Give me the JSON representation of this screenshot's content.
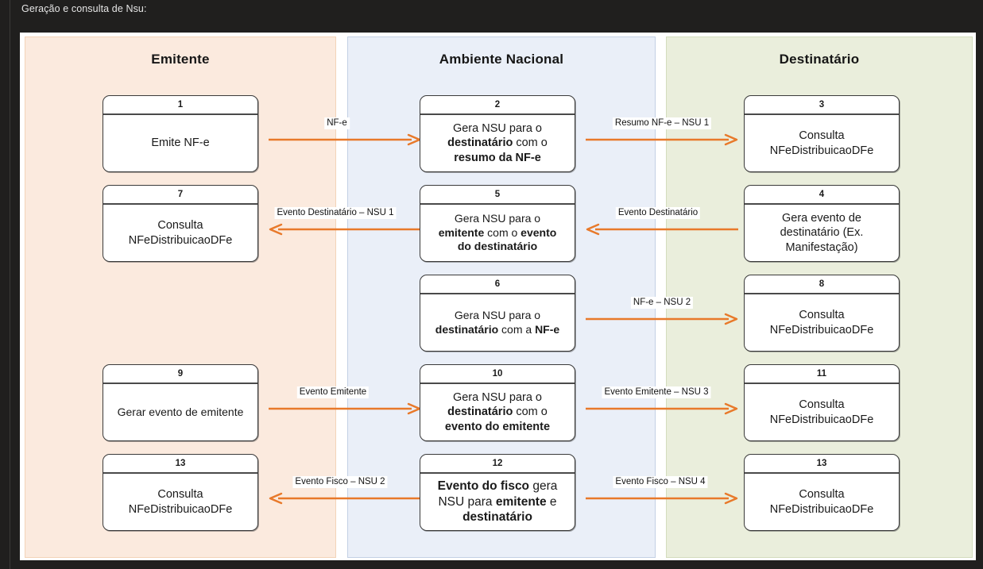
{
  "page": {
    "caption": "Geração e consulta de Nsu:",
    "background_color": "#201f1e"
  },
  "diagram": {
    "title": "Geração e consulta de Nsu",
    "lanes": [
      {
        "id": "emitente",
        "title": "Emitente",
        "background_color": "#fbeade",
        "border_color": "#f3d3b8"
      },
      {
        "id": "nacional",
        "title": "Ambiente Nacional",
        "background_color": "#eaeff8",
        "border_color": "#c3d0e4"
      },
      {
        "id": "destinatario",
        "title": "Destinatário",
        "background_color": "#eaeedc",
        "border_color": "#d3dcbd"
      }
    ],
    "accent_color": "#e8792a",
    "nodes": [
      {
        "key": "n1",
        "number": "1",
        "lane": "emitente",
        "text": "Emite NF-e"
      },
      {
        "key": "n2",
        "number": "2",
        "lane": "nacional",
        "text": "Gera NSU para o destinatário com o resumo da NF-e"
      },
      {
        "key": "n3",
        "number": "3",
        "lane": "destinatario",
        "text": "Consulta NFeDistribuicaoDFe"
      },
      {
        "key": "n7",
        "number": "7",
        "lane": "emitente",
        "text": "Consulta NFeDistribuicaoDFe"
      },
      {
        "key": "n5",
        "number": "5",
        "lane": "nacional",
        "text": "Gera NSU para o emitente com o evento do destinatário"
      },
      {
        "key": "n4",
        "number": "4",
        "lane": "destinatario",
        "text": "Gera evento de destinatário (Ex. Manifestação)"
      },
      {
        "key": "n6",
        "number": "6",
        "lane": "nacional",
        "text": "Gera NSU para o destinatário com a NF-e"
      },
      {
        "key": "n8",
        "number": "8",
        "lane": "destinatario",
        "text": "Consulta NFeDistribuicaoDFe"
      },
      {
        "key": "n9",
        "number": "9",
        "lane": "emitente",
        "text": "Gerar evento de emitente"
      },
      {
        "key": "n10",
        "number": "10",
        "lane": "nacional",
        "text": "Gera NSU para o destinatário com o evento do emitente"
      },
      {
        "key": "n11",
        "number": "11",
        "lane": "destinatario",
        "text": "Consulta NFeDistribuicaoDFe"
      },
      {
        "key": "n13l",
        "number": "13",
        "lane": "emitente",
        "text": "Consulta NFeDistribuicaoDFe"
      },
      {
        "key": "n12",
        "number": "12",
        "lane": "nacional",
        "text": "Evento do fisco gera NSU para emitente e destinatário"
      },
      {
        "key": "n13r",
        "number": "13",
        "lane": "destinatario",
        "text": "Consulta NFeDistribuicaoDFe"
      }
    ],
    "flows": [
      {
        "key": "f1",
        "label": "NF-e",
        "direction": "right",
        "from": "n1",
        "to": "n2"
      },
      {
        "key": "f2",
        "label": "Resumo NF-e – NSU 1",
        "direction": "right",
        "from": "n2",
        "to": "n3"
      },
      {
        "key": "f3",
        "label": "Evento Destinatário – NSU 1",
        "direction": "left",
        "from": "n5",
        "to": "n7"
      },
      {
        "key": "f4",
        "label": "Evento Destinatário",
        "direction": "left",
        "from": "n4",
        "to": "n5"
      },
      {
        "key": "f5",
        "label": "NF-e – NSU 2",
        "direction": "right",
        "from": "n6",
        "to": "n8"
      },
      {
        "key": "f6",
        "label": "Evento Emitente",
        "direction": "right",
        "from": "n9",
        "to": "n10"
      },
      {
        "key": "f7",
        "label": "Evento Emitente – NSU 3",
        "direction": "right",
        "from": "n10",
        "to": "n11"
      },
      {
        "key": "f8",
        "label": "Evento Fisco – NSU 2",
        "direction": "left",
        "from": "n12",
        "to": "n13l"
      },
      {
        "key": "f9",
        "label": "Evento Fisco – NSU 4",
        "direction": "right",
        "from": "n12",
        "to": "n13r"
      }
    ]
  }
}
